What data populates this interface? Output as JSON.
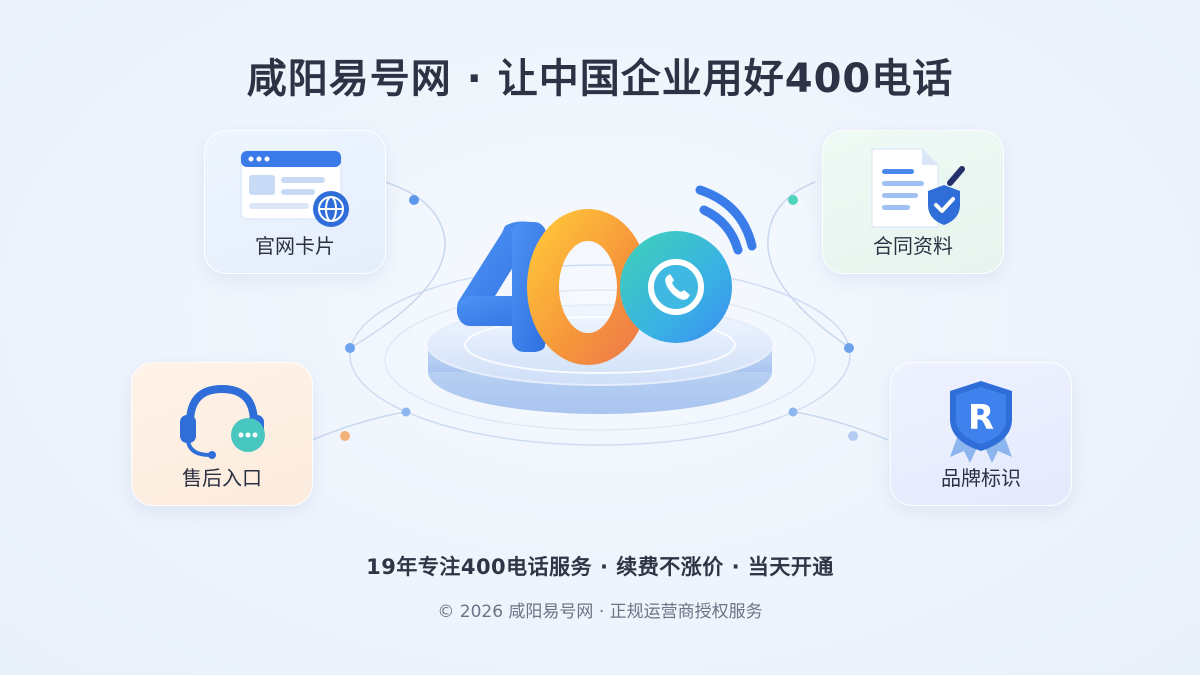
{
  "title": "咸阳易号网 · 让中国企业用好400电话",
  "hero": {
    "number": "400"
  },
  "cards": {
    "site": {
      "label": "官网卡片",
      "icon": "website-globe-icon"
    },
    "contract": {
      "label": "合同资料",
      "icon": "document-shield-icon"
    },
    "service": {
      "label": "售后入口",
      "icon": "headset-chat-icon"
    },
    "brand": {
      "label": "品牌标识",
      "icon": "brand-badge-r-icon"
    }
  },
  "brand_badge_letter": "R",
  "tagline": "19年专注400电话服务 · 续费不涨价 · 当天开通",
  "footer": "© 2026 咸阳易号网 · 正规运营商授权服务",
  "colors": {
    "blue": "#3a7bea",
    "orange": "#f59a3a",
    "teal": "#3fc4c8",
    "text": "#2d3344"
  }
}
